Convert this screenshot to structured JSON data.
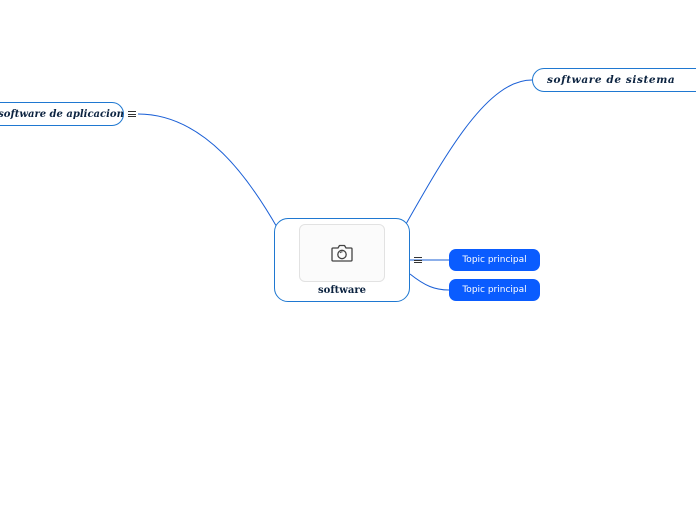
{
  "mindmap": {
    "central": {
      "label": "software",
      "image_placeholder_icon": "camera-icon"
    },
    "branches": [
      {
        "label": "software de aplicacion",
        "style": "outline"
      },
      {
        "label": "software de sistema",
        "style": "outline"
      },
      {
        "label": "Topic principal",
        "style": "filled"
      },
      {
        "label": "Topic principal",
        "style": "filled"
      }
    ],
    "collapse_icon": "menu-lines-icon"
  },
  "colors": {
    "connector": "#1a5fd6",
    "outline_border": "#1f78d1",
    "filled_background": "#0a5cff",
    "text_dark": "#0c2340",
    "filled_text": "#ffffff",
    "background": "#ffffff"
  }
}
